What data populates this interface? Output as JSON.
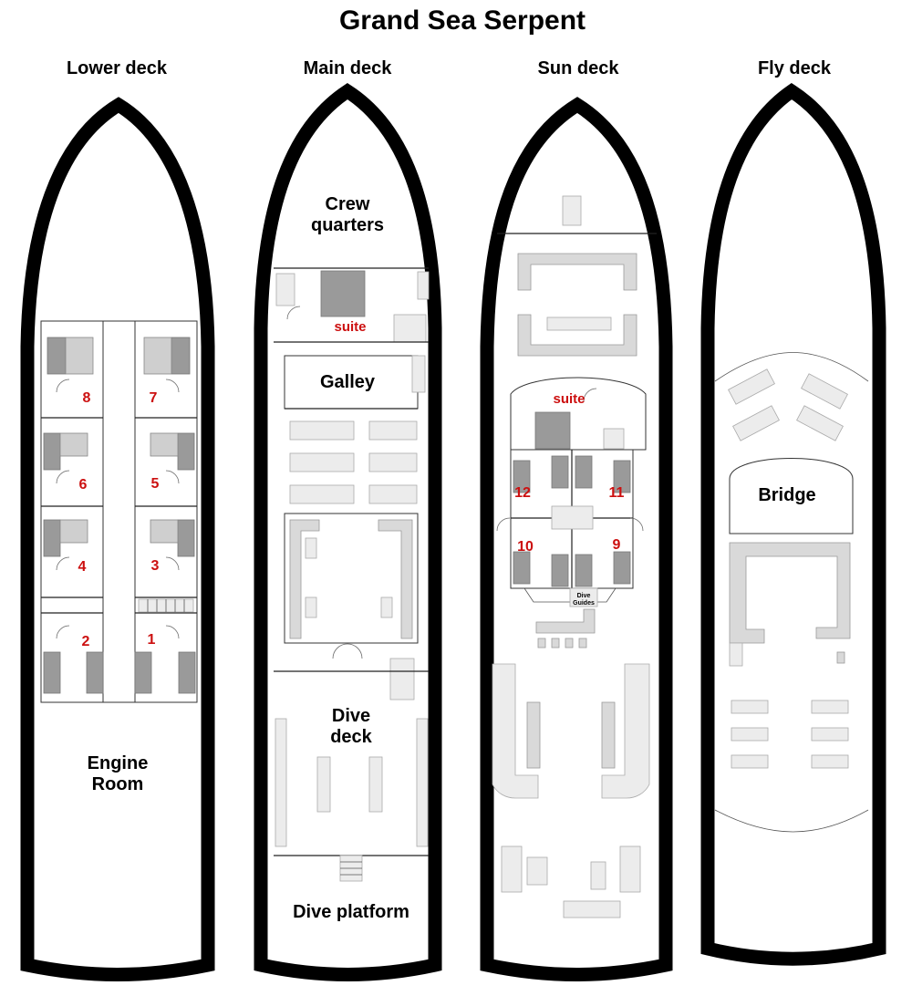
{
  "title": "Grand Sea Serpent",
  "decks": [
    {
      "name": "Lower deck",
      "cabins": [
        "8",
        "7",
        "6",
        "5",
        "4",
        "3",
        "2",
        "1"
      ],
      "rooms": {
        "engine_line1": "Engine",
        "engine_line2": "Room"
      }
    },
    {
      "name": "Main deck",
      "rooms": {
        "crew_line1": "Crew",
        "crew_line2": "quarters",
        "suite": "suite",
        "galley": "Galley",
        "dive_deck_line1": "Dive",
        "dive_deck_line2": "deck",
        "dive_platform": "Dive platform"
      }
    },
    {
      "name": "Sun deck",
      "cabins": [
        "12",
        "11",
        "10",
        "9"
      ],
      "rooms": {
        "suite": "suite",
        "dive_guides_line1": "Dive",
        "dive_guides_line2": "Guides"
      }
    },
    {
      "name": "Fly deck",
      "rooms": {
        "bridge": "Bridge"
      }
    }
  ],
  "colors": {
    "cabin_numbers": "#cc1010",
    "hull": "#000000"
  }
}
